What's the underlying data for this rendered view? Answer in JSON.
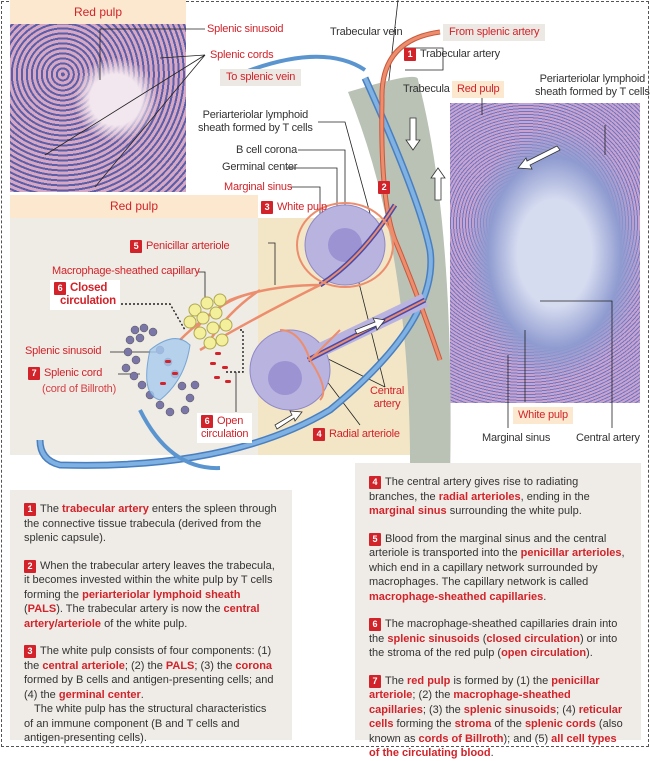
{
  "top_micrograph": {
    "header": "Red pulp",
    "splenic_sinusoid": "Splenic sinusoid",
    "splenic_cords": "Splenic cords"
  },
  "vessels": {
    "to_splenic_vein": "To splenic vein",
    "trabecular_vein": "Trabecular vein",
    "from_splenic_artery": "From splenic artery",
    "trabecular_artery_num": "1",
    "trabecular_artery": "Trabecular artery",
    "trabecula": "Trabecula"
  },
  "white_pulp_labels": {
    "pals_line1": "Periarteriolar lymphoid",
    "pals_line2": "sheath formed by T cells",
    "b_cell_corona": "B cell corona",
    "germinal_center": "Germinal center",
    "marginal_sinus": "Marginal sinus",
    "badge2": "2",
    "white_pulp_num": "3",
    "white_pulp": "White pulp",
    "central_artery_line1": "Central",
    "central_artery_line2": "artery",
    "radial_num": "4",
    "radial_arteriole": "Radial arteriole"
  },
  "red_pulp_panel": {
    "header": "Red pulp",
    "penicillar_num": "5",
    "penicillar_arteriole": "Penicillar arteriole",
    "macrophage_capillary": "Macrophage-sheathed capillary",
    "closed_num": "6",
    "closed_line1": "Closed",
    "closed_line2": "circulation",
    "splenic_sinusoid": "Splenic sinusoid",
    "cord_num": "7",
    "splenic_cord": "Splenic cord",
    "cord_of_billroth": "(cord of Billroth)",
    "open_num": "6",
    "open_line1": "Open",
    "open_line2": "circulation"
  },
  "right_micrograph": {
    "red_pulp": "Red pulp",
    "pals_line1": "Periarteriolar lymphoid",
    "pals_line2": "sheath formed by T cells",
    "white_pulp": "White pulp",
    "marginal_sinus": "Marginal sinus",
    "central_artery": "Central artery"
  },
  "notes_left": [
    {
      "num": "1",
      "segments": [
        {
          "t": "The "
        },
        {
          "t": "trabecular artery",
          "red": true
        },
        {
          "t": " enters the spleen through the connective tissue trabecula (derived from the splenic capsule)."
        }
      ]
    },
    {
      "num": "2",
      "segments": [
        {
          "t": "When the trabecular artery leaves the trabecula, it becomes  invested  within the white pulp by T cells forming the "
        },
        {
          "t": "periarteriolar lymphoid sheath",
          "red": true
        },
        {
          "t": " ("
        },
        {
          "t": "PALS",
          "red": true
        },
        {
          "t": "). The trabecular artery is now the "
        },
        {
          "t": "central artery/arteriole",
          "red": true
        },
        {
          "t": " of the white pulp."
        }
      ]
    },
    {
      "num": "3",
      "segments": [
        {
          "t": "The white pulp consists of four components: (1) the "
        },
        {
          "t": "central arteriole",
          "red": true
        },
        {
          "t": "; (2) the "
        },
        {
          "t": "PALS",
          "red": true
        },
        {
          "t": "; (3) the "
        },
        {
          "t": "corona",
          "red": true
        },
        {
          "t": " formed by B cells and antigen-presenting cells; and (4) the "
        },
        {
          "t": "germinal center",
          "red": true
        },
        {
          "t": "."
        }
      ],
      "extra": "The white pulp has the structural characteristics of an immune component (B and T cells and antigen-presenting cells)."
    }
  ],
  "notes_right": [
    {
      "num": "4",
      "segments": [
        {
          "t": "The central artery gives rise to radiating  branches, the "
        },
        {
          "t": "radial arterioles",
          "red": true
        },
        {
          "t": ", ending in the "
        },
        {
          "t": "marginal sinus",
          "red": true
        },
        {
          "t": " surrounding the white pulp."
        }
      ]
    },
    {
      "num": "5",
      "segments": [
        {
          "t": "Blood from the marginal sinus  and the central arteriole is transported into the "
        },
        {
          "t": "penicillar arterioles",
          "red": true
        },
        {
          "t": ", which end in a capillary network surrounded by macrophages. The capillary network is called "
        },
        {
          "t": "macrophage-sheathed capillaries",
          "red": true
        },
        {
          "t": "."
        }
      ]
    },
    {
      "num": "6",
      "segments": [
        {
          "t": "The macrophage-sheathed capillaries drain into the "
        },
        {
          "t": "splenic sinusoids",
          "red": true
        },
        {
          "t": " ("
        },
        {
          "t": "closed circulation",
          "red": true
        },
        {
          "t": ") or into the stroma of the red pulp ("
        },
        {
          "t": "open circulation",
          "red": true
        },
        {
          "t": ")."
        }
      ]
    },
    {
      "num": "7",
      "segments": [
        {
          "t": "The "
        },
        {
          "t": "red pulp",
          "red": true
        },
        {
          "t": " is formed by (1) the "
        },
        {
          "t": "penicillar arteriole",
          "red": true
        },
        {
          "t": "; (2) the "
        },
        {
          "t": "macrophage-sheathed capillaries",
          "red": true
        },
        {
          "t": "; (3) the "
        },
        {
          "t": "splenic sinusoids",
          "red": true
        },
        {
          "t": "; (4) "
        },
        {
          "t": "reticular cells",
          "red": true
        },
        {
          "t": " forming the "
        },
        {
          "t": "stroma",
          "red": true
        },
        {
          "t": " of the "
        },
        {
          "t": "splenic cords",
          "red": true
        },
        {
          "t": " (also known as "
        },
        {
          "t": "cords of Billroth",
          "red": true
        },
        {
          "t": "); and (5) "
        },
        {
          "t": "all cell types of the circulating blood",
          "red": true
        },
        {
          "t": "."
        }
      ]
    }
  ],
  "colors": {
    "accent": "#d2232a",
    "artery": "#ec8e6e",
    "vein": "#5b95d0",
    "trabecula": "#b9c2b5",
    "white_pulp": "#b9b3e0",
    "red_pulp_bg": "#efebe5"
  }
}
